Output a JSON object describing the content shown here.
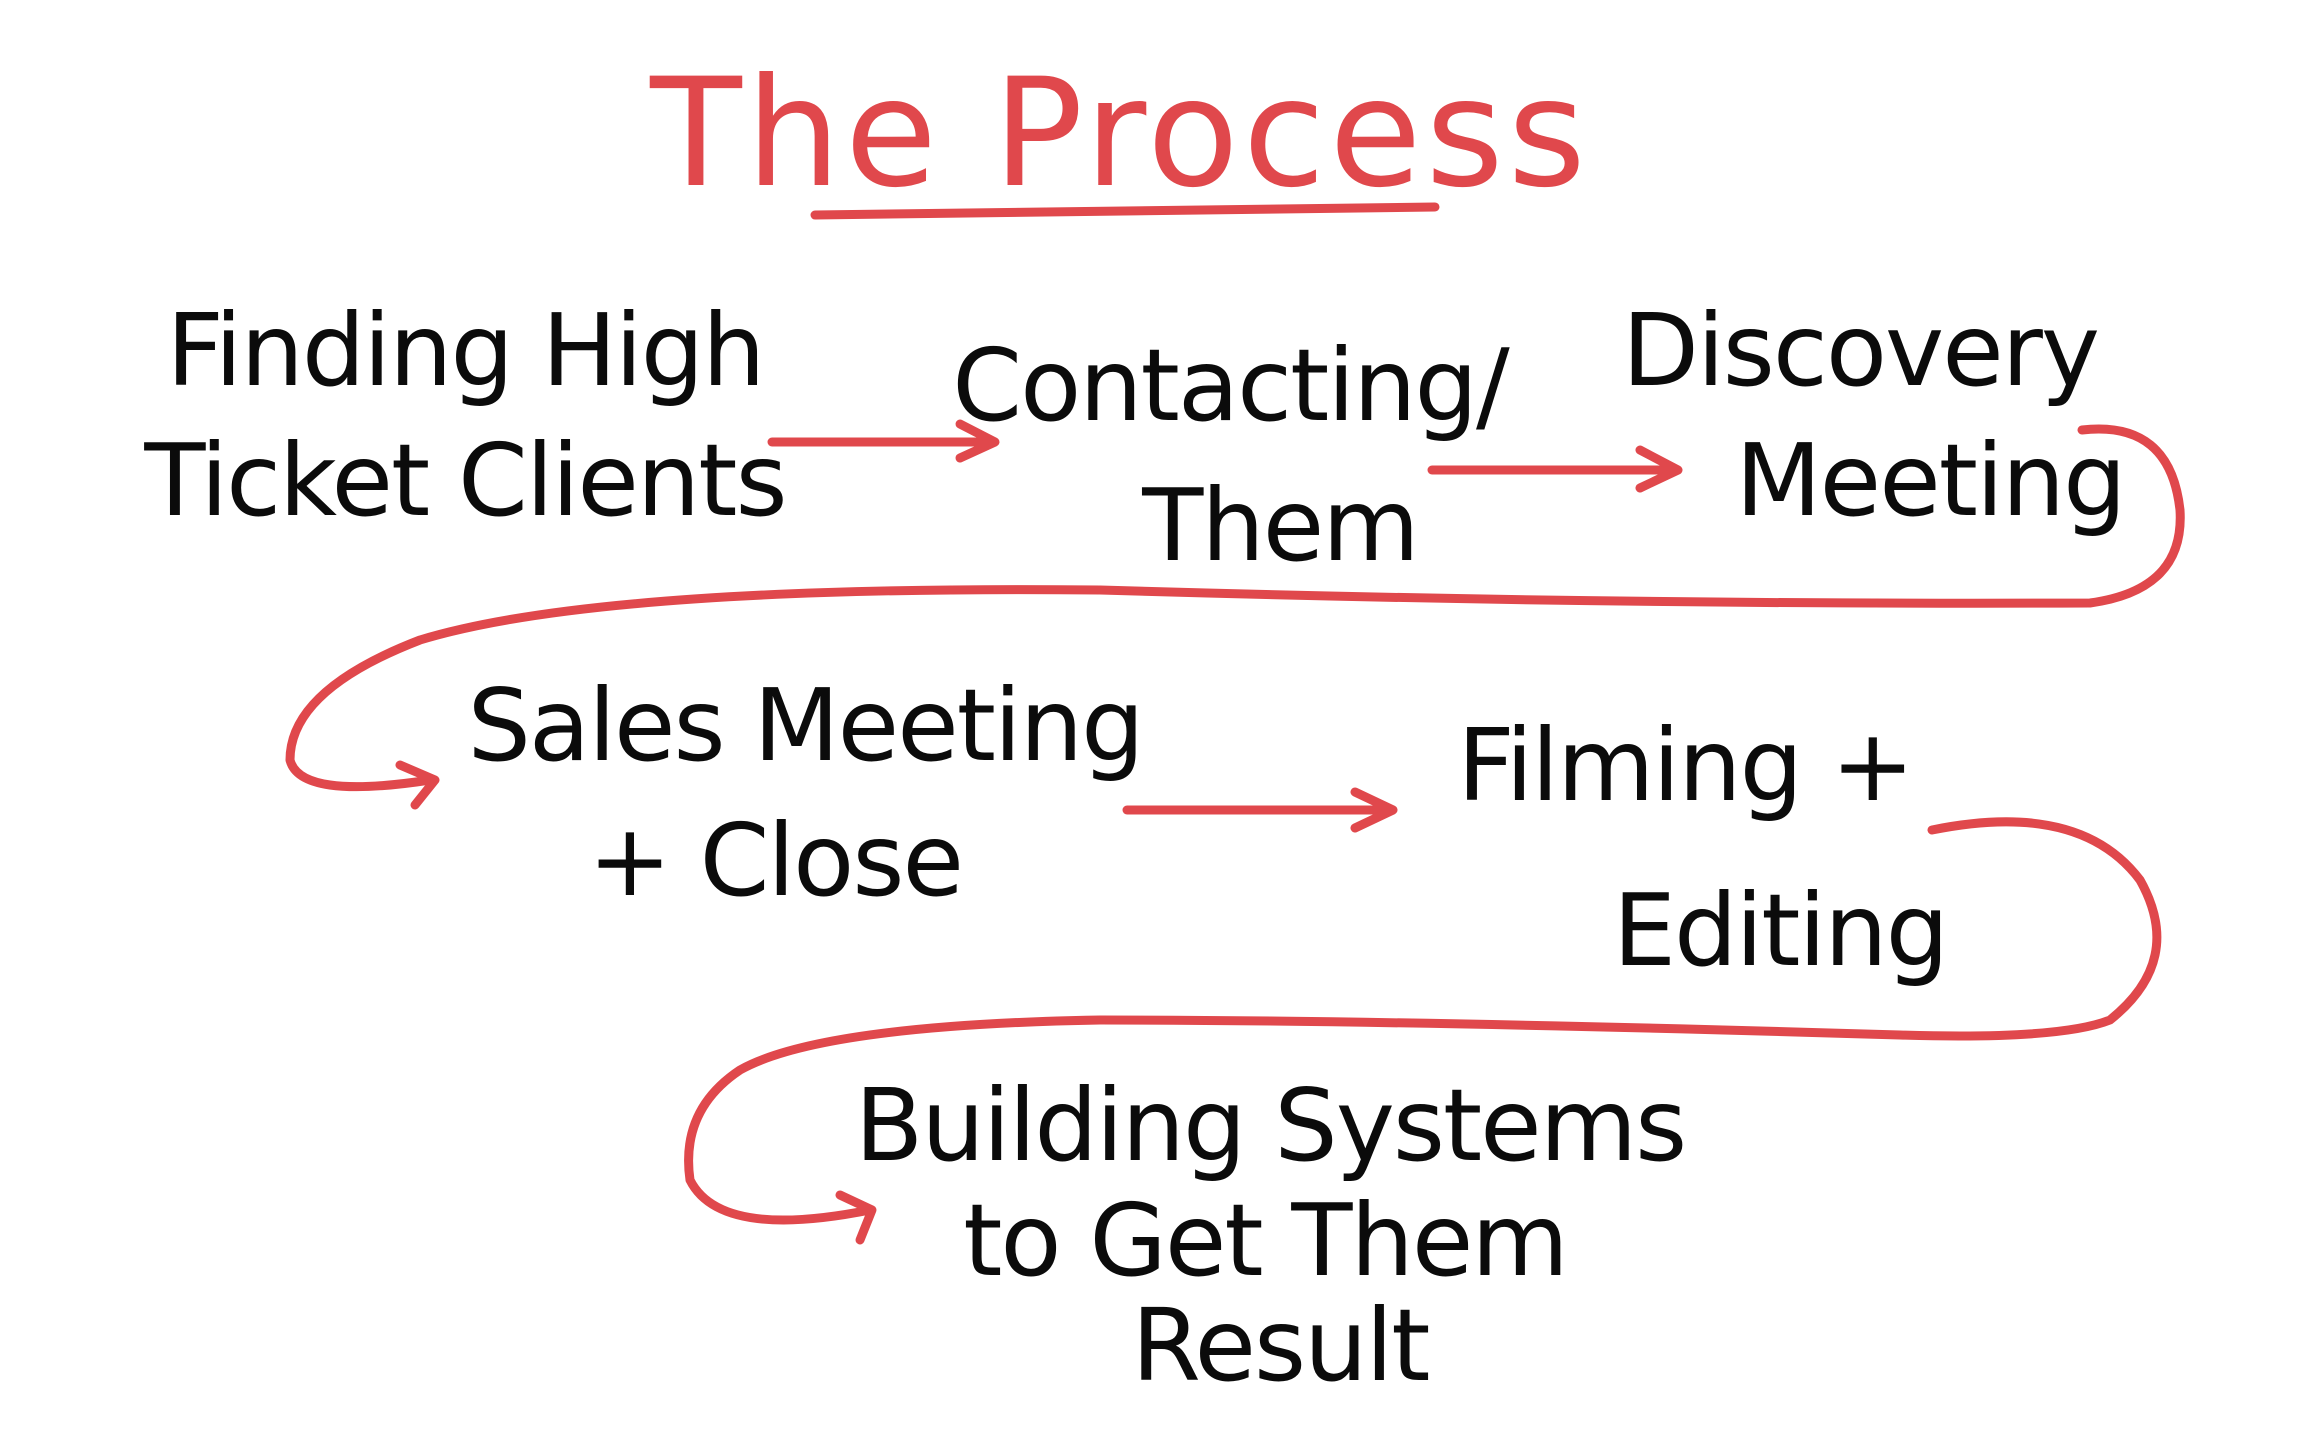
{
  "title": "The Process",
  "colors": {
    "ink": "#0b0b0b",
    "accent": "#e0484c",
    "background": "#ffffff"
  },
  "steps": [
    {
      "lines": [
        "Finding High",
        "Ticket Clients"
      ]
    },
    {
      "lines": [
        "Contacting/",
        "Them"
      ]
    },
    {
      "lines": [
        "Discovery",
        "Meeting"
      ]
    },
    {
      "lines": [
        "Sales Meeting",
        "+ Close"
      ]
    },
    {
      "lines": [
        "Filming +",
        "Editing"
      ]
    },
    {
      "lines": [
        "Building Systems",
        "to Get Them",
        "Result"
      ]
    }
  ]
}
